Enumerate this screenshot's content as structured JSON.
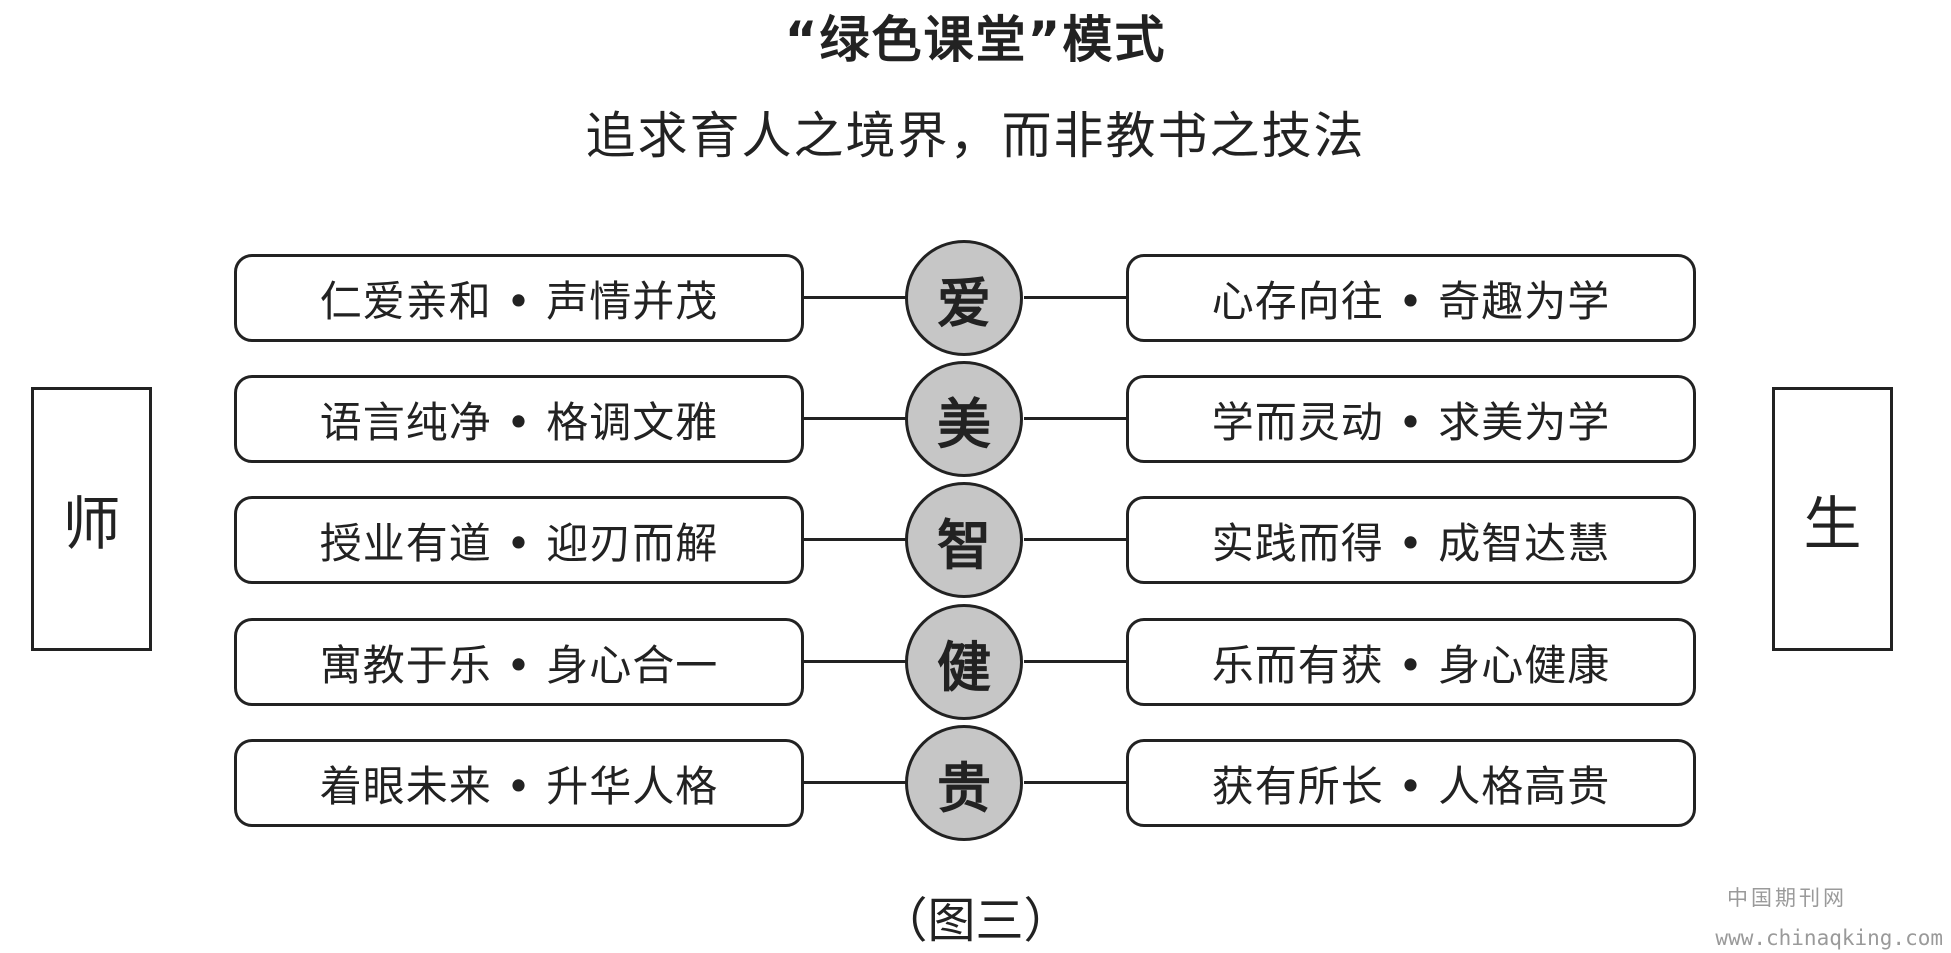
{
  "title": "“绿色课堂”模式",
  "subtitle": "追求育人之境界，而非教书之技法",
  "left_label": "师",
  "right_label": "生",
  "rows": [
    {
      "left": "仁爱亲和 • 声情并茂",
      "center": "爱",
      "right": "心存向往 • 奇趣为学"
    },
    {
      "left": "语言纯净 • 格调文雅",
      "center": "美",
      "right": "学而灵动 • 求美为学"
    },
    {
      "left": "授业有道 • 迎刃而解",
      "center": "智",
      "right": "实践而得 • 成智达慧"
    },
    {
      "left": "寓教于乐 • 身心合一",
      "center": "健",
      "right": "乐而有获 • 身心健康"
    },
    {
      "left": "着眼未来 • 升华人格",
      "center": "贵",
      "right": "获有所长 • 人格高贵"
    }
  ],
  "caption": "（图三）",
  "watermark": {
    "cn": "中国期刊网",
    "url": "www.chinaqking.com"
  },
  "colors": {
    "line": "#222222",
    "circle_fill": "#c6c6c6",
    "watermark": "#9a9a9a"
  }
}
